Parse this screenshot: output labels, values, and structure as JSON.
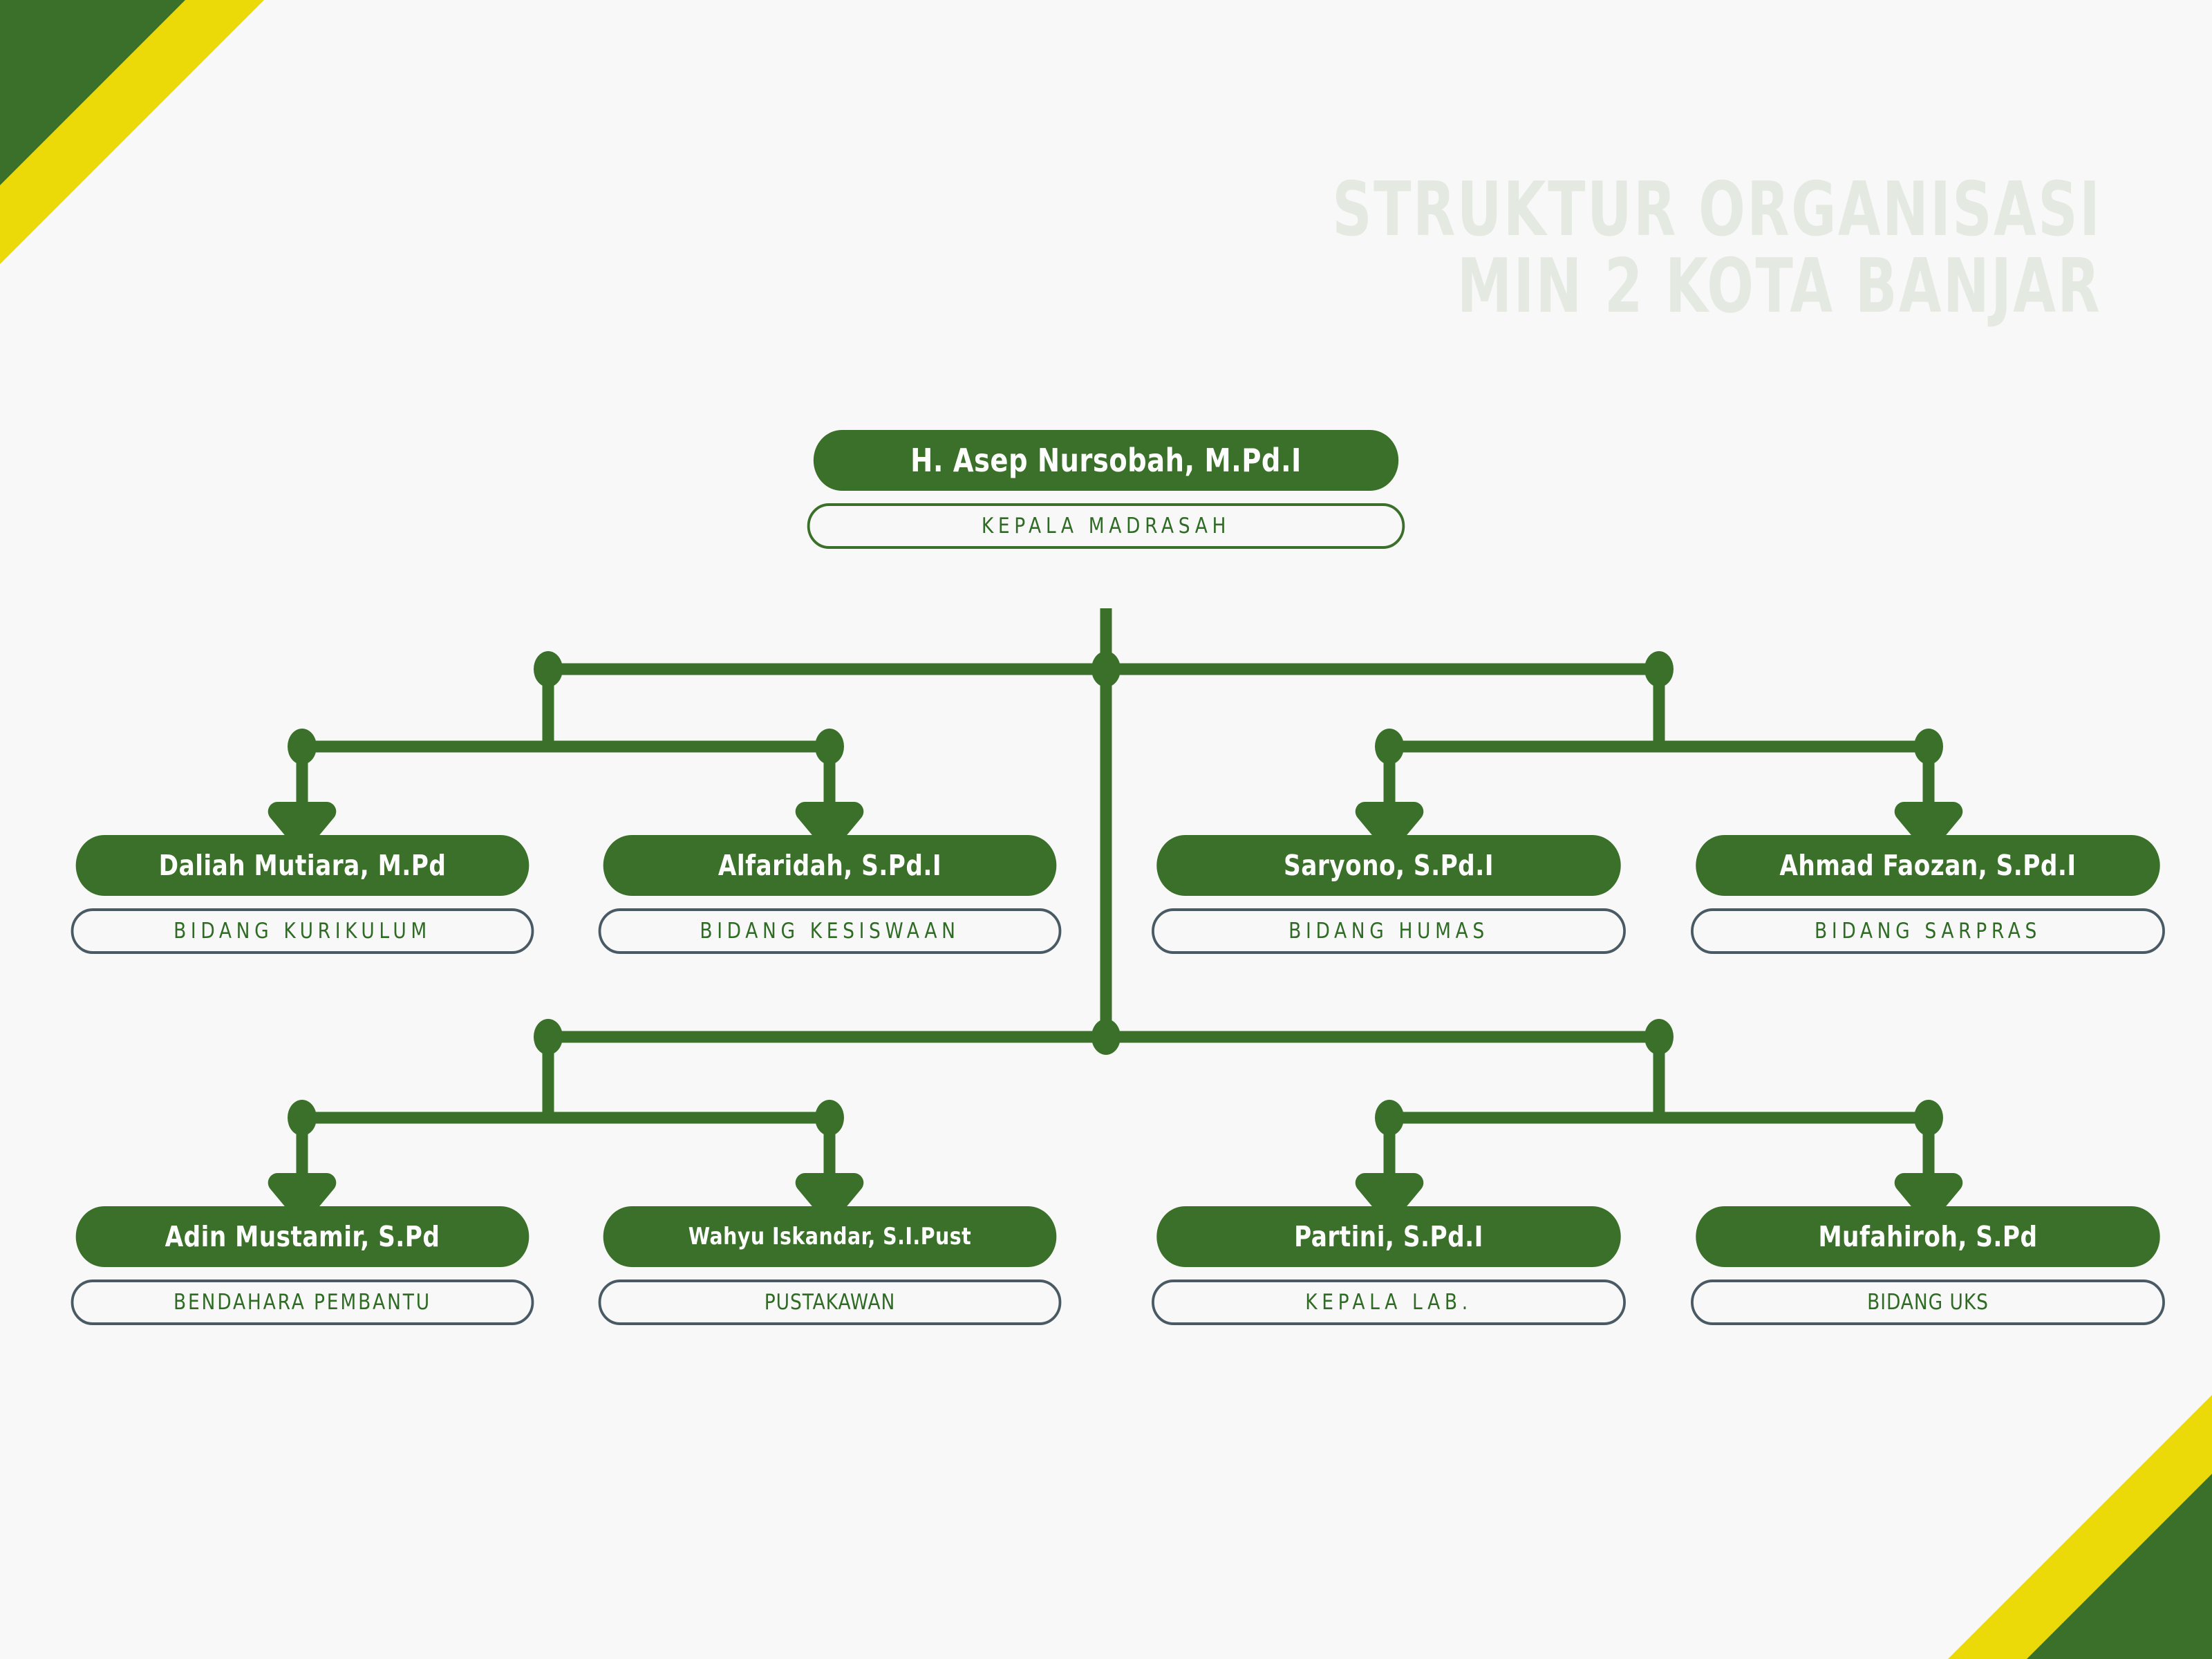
{
  "heading": {
    "line1": "STRUKTUR ORGANISASI",
    "line2": "MIN 2 KOTA BANJAR",
    "color": "#e4e9e2"
  },
  "theme": {
    "green": "#3a7029",
    "yellow": "#ecd908",
    "slate": "#4a5a64",
    "background": "#f7f8f7",
    "name_text": "#ffffff",
    "role_text": "#2f6b25"
  },
  "chart_data": {
    "type": "org-chart",
    "root": {
      "name": "H. Asep Nursobah, M.Pd.I",
      "role": "KEPALA MADRASAH"
    },
    "level2": [
      {
        "name": "Daliah Mutiara, M.Pd",
        "role": "BIDANG KURIKULUM"
      },
      {
        "name": "Alfaridah, S.Pd.I",
        "role": "BIDANG KESISWAAN"
      },
      {
        "name": "Saryono, S.Pd.I",
        "role": "BIDANG HUMAS"
      },
      {
        "name": "Ahmad Faozan, S.Pd.I",
        "role": "BIDANG SARPRAS"
      }
    ],
    "level3": [
      {
        "name": "Adin Mustamir, S.Pd",
        "role": "BENDAHARA PEMBANTU"
      },
      {
        "name": "Wahyu Iskandar, S.I.Pust",
        "role": "PUSTAKAWAN"
      },
      {
        "name": "Partini, S.Pd.I",
        "role": "KEPALA LAB."
      },
      {
        "name": "Mufahiroh, S.Pd",
        "role": "BIDANG UKS"
      }
    ]
  },
  "decorations": {
    "top_left_corner": "green-yellow-diagonal",
    "bottom_right_corner": "yellow-green-diagonal"
  }
}
